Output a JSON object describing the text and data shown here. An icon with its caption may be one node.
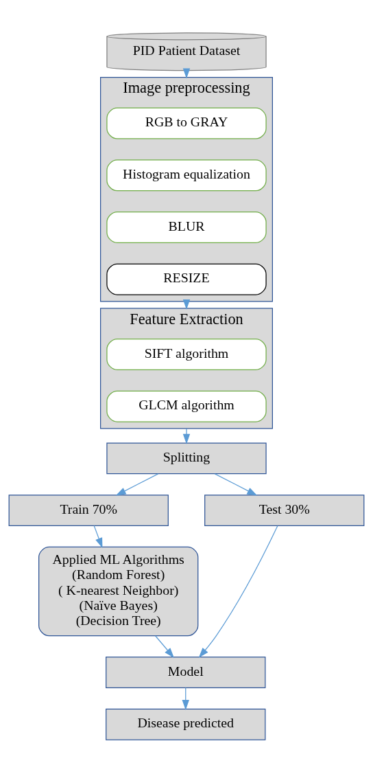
{
  "diagram": {
    "nodes": [
      {
        "text": [
          "PID Patient Dataset"
        ]
      },
      {
        "text": [
          "Image preprocessing"
        ]
      },
      {
        "text": [
          "RGB to GRAY"
        ],
        "in": 1
      },
      {
        "text": [
          "Histogram equalization"
        ],
        "in": 1
      },
      {
        "text": [
          "BLUR"
        ],
        "in": 1
      },
      {
        "text": [
          "RESIZE"
        ],
        "in": 1
      },
      {
        "text": [
          "Feature Extraction"
        ]
      },
      {
        "text": [
          "SIFT algorithm"
        ],
        "in": 6
      },
      {
        "text": [
          "GLCM algorithm"
        ],
        "in": 6
      },
      {
        "text": [
          "Splitting"
        ]
      },
      {
        "text": [
          "Train 70%"
        ]
      },
      {
        "text": [
          "Test 30%"
        ]
      },
      {
        "text": [
          "Applied ML Algorithms",
          "(Random Forest)",
          "( K-nearest Neighbor)",
          "(Naïve Bayes)",
          "(Decision Tree)"
        ]
      },
      {
        "text": [
          "Model"
        ]
      },
      {
        "text": [
          "Disease predicted"
        ]
      }
    ],
    "edges": [
      {
        "from": 0,
        "to": 1,
        "arrow": "to"
      },
      {
        "from": 1,
        "to": 6,
        "arrow": "to"
      },
      {
        "from": 6,
        "to": 9,
        "arrow": "to"
      },
      {
        "from": 9,
        "to": 10,
        "arrow": "to"
      },
      {
        "from": 9,
        "to": 11,
        "arrow": "to"
      },
      {
        "from": 10,
        "to": 12,
        "arrow": "to"
      },
      {
        "from": 12,
        "to": 13,
        "arrow": "to"
      },
      {
        "from": 11,
        "to": 13,
        "arrow": "to"
      },
      {
        "from": 13,
        "to": 14,
        "arrow": "to"
      }
    ]
  }
}
